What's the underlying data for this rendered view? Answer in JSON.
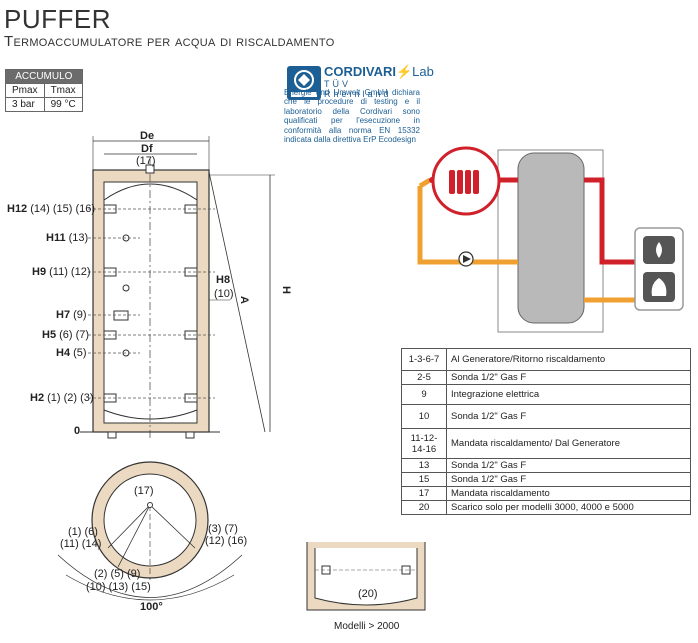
{
  "header": {
    "title": "PUFFER",
    "subtitle": "Termoaccumulatore per acqua di riscaldamento"
  },
  "accumulo": {
    "header": "ACCUMULO",
    "col1_label": "Pmax",
    "col2_label": "Tmax",
    "col1_value": "3 bar",
    "col2_value": "99 °C"
  },
  "certification": {
    "brand": "CORDIVARI",
    "brand_suffix": "Lab",
    "sub": "TÜV Rheinland",
    "text": "Energie und Umwelt GmbH dichiara che le procedure di testing e il laboratorio della Cordivari sono qualificati per l'esecuzione in conformità alla norma EN 15332 indicata dalla direttiva ErP Ecodesign"
  },
  "diagram": {
    "de_label": "De",
    "df_label": "Df",
    "top_connection": "(17)",
    "h_label": "H",
    "a_label": "A",
    "left_labels": [
      {
        "code": "H12",
        "nums": "(14) (15) (16)"
      },
      {
        "code": "H11",
        "nums": "(13)"
      },
      {
        "code": "H9",
        "nums": "(11) (12)"
      },
      {
        "code": "H7",
        "nums": "(9)"
      },
      {
        "code": "H5",
        "nums": "(6) (7)"
      },
      {
        "code": "H4",
        "nums": "(5)"
      },
      {
        "code": "H2",
        "nums": "(1) (2) (3)"
      },
      {
        "code": "0",
        "nums": ""
      }
    ],
    "h8_code": "H8",
    "h8_nums": "(10)",
    "plan": {
      "center": "(17)",
      "left_a": "(1) (6)",
      "left_b": "(11) (14)",
      "right_a": "(3) (7)",
      "right_b": "(12) (16)",
      "bottom_a": "(2) (5) (9)",
      "bottom_b": "(10) (13) (15)",
      "angle": "100°"
    },
    "detail": {
      "label": "(20)",
      "caption": "Modelli > 2000"
    }
  },
  "connections_table": [
    {
      "code": "1-3-6-7",
      "desc": "Al Generatore/Ritorno riscaldamento"
    },
    {
      "code": "2-5",
      "desc": "Sonda 1/2\" Gas F"
    },
    {
      "code": "9",
      "desc": "Integrazione elettrica"
    },
    {
      "code": "10",
      "desc": "Sonda 1/2\" Gas F"
    },
    {
      "code": "11-12-14-16",
      "desc": "Mandata riscaldamento/ Dal Generatore"
    },
    {
      "code": "13",
      "desc": "Sonda 1/2\" Gas F"
    },
    {
      "code": "15",
      "desc": "Sonda 1/2\" Gas F"
    },
    {
      "code": "17",
      "desc": "Mandata riscaldamento"
    },
    {
      "code": "20",
      "desc": "Scarico solo per modelli 3000, 4000 e 5000"
    }
  ],
  "colors": {
    "insulation": "#ecd9c1",
    "hot_pipe": "#d0202a",
    "warm_pipe": "#f0a030",
    "cert_blue": "#1d5f94",
    "table_header": "#6b6b6b"
  },
  "icons": [
    "radiator-icon",
    "pump-icon",
    "flame-icon",
    "fire-icon",
    "cert-logo-icon"
  ]
}
